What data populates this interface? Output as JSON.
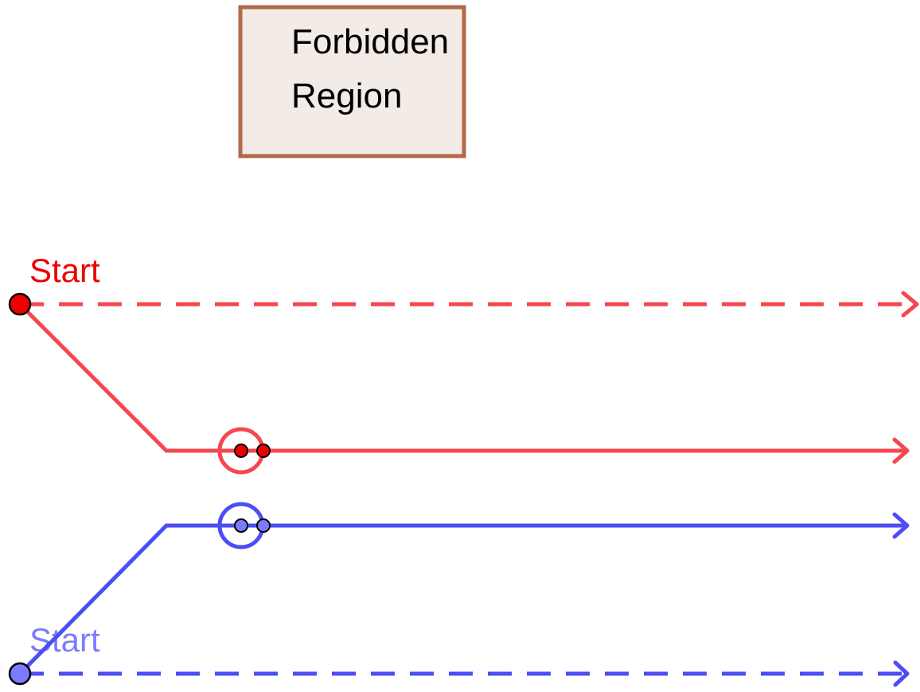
{
  "forbidden_region": {
    "label_line1": "Forbidden",
    "label_line2": "Region",
    "fill_color": "#f3ebe6",
    "border_color": "#b06a48"
  },
  "red_path": {
    "start_label": "Start",
    "label_color": "#ee0000",
    "line_color": "#f5474f",
    "point_color": "#ee0000"
  },
  "blue_path": {
    "start_label": "Start",
    "label_color": "#7b7bff",
    "line_color": "#4d4df5",
    "point_color": "#7b7bff"
  }
}
